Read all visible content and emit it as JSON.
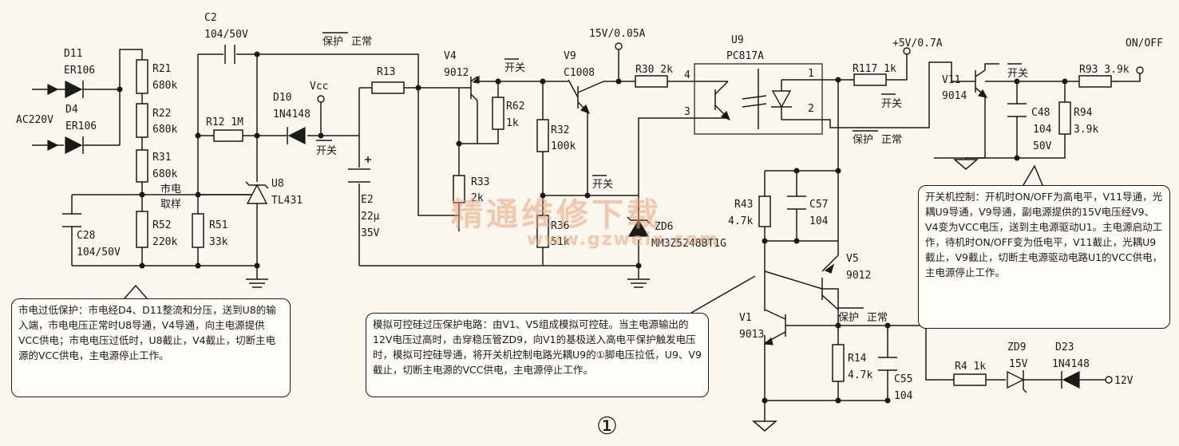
{
  "labels": {
    "c2": "C2",
    "c2_val": "104/50V",
    "d11": "D11",
    "d11_val": "ER106",
    "d4": "D4",
    "d4_val": "ER106",
    "ac": "AC220V",
    "r21": "R21",
    "r21_val": "680k",
    "r22": "R22",
    "r22_val": "680k",
    "r31": "R31",
    "r31_val": "680k",
    "r52": "R52",
    "r52_val": "220k",
    "r12": "R12  1M",
    "r51": "R51",
    "r51_val": "33k",
    "u8": "U8",
    "u8_val": "TL431",
    "mains_sample": "市电\n取样",
    "c28": "C28",
    "c28_val": "104/50V",
    "d10": "D10",
    "d10_val": "1N4148",
    "vcc": "Vcc",
    "sw1": "开关",
    "e2": "E2",
    "e2_val1": "22μ",
    "e2_val2": "35V",
    "r13": "R13",
    "prot1_a": "保护",
    "prot1_b": "正常",
    "v4": "V4",
    "v4_val": "9012",
    "r62": "R62",
    "r62_val": "1k",
    "r33": "R33",
    "r33_val": "2k",
    "r36": "R36",
    "r36_val": "51k",
    "sw2": "开关",
    "v9": "V9",
    "v9_val": "C1008",
    "v9_out": "15V/0.05A",
    "r32": "R32",
    "r32_val": "100k",
    "sw3": "开关",
    "zd6": "ZD6",
    "zd6_val": "MM3Z5248BT1G",
    "r30": "R30  2k",
    "u9": "U9",
    "u9_val": "PC817A",
    "pin4": "4",
    "pin3": "3",
    "pin1": "1",
    "pin2": "2",
    "r117": "R117  1k",
    "v5v": "+5V/0.7A",
    "sw4": "开关",
    "prot2_a": "保护",
    "prot2_b": "正常",
    "v11": "V11",
    "v11_val": "9014",
    "sw5": "开关",
    "c48": "C48",
    "c48_val1": "104",
    "c48_val2": "50V",
    "r93": "R93  3.9k",
    "onoff": "ON/OFF",
    "r94": "R94",
    "r94_val": "3.9k",
    "r43": "R43",
    "r43_val": "4.7k",
    "c57": "C57",
    "c57_val": "104",
    "v5": "V5",
    "v5_val": "9012",
    "v1": "V1",
    "v1_val": "9013",
    "prot3_a": "保护",
    "prot3_b": "正常",
    "r14": "R14",
    "r14_val": "4.7k",
    "c55": "C55",
    "c55_val": "104",
    "r4": "R4  1k",
    "zd9": "ZD9",
    "zd9_val": "15V",
    "d23": "D23",
    "d23_val": "1N4148",
    "v12": "12V"
  },
  "notes": {
    "mains_low": "市电过低保护：市电经D4、D11整流和分压，送到U8的输入端，市电电压正常时U8导通，V4导通，向主电源提供VCC供电；市电电压过低时，U8截止，V4截止，切断主电源的VCC供电，主电源停止工作。",
    "scr_ovp": "模拟可控硅过压保护电路：由V1、V5组成模拟可控硅。当主电源输出的12V电压过高时，击穿稳压管ZD9，向V1的基极送入高电平保护触发电压时，模拟可控硅导通，将开关机控制电路光耦U9的①脚电压拉低，U9、V9截止，切断主电源的VCC供电，主电源停止工作。",
    "power_ctrl": "开关机控制：开机时ON/OFF为高电平，V11导通，光耦U9导通，V9导通，副电源提供的15V电压经V9、V4变为VCC电压，送到主电源驱动U1。主电源启动工作，待机时ON/OFF变为低电平，V11截止，光耦U9截止，V9截止，切断主电源驱动电路U1的VCC供电，主电源停止工作。"
  },
  "watermark": {
    "cn": "精通维修下载",
    "url": "www.gzweix.com"
  },
  "figure_number": "①"
}
